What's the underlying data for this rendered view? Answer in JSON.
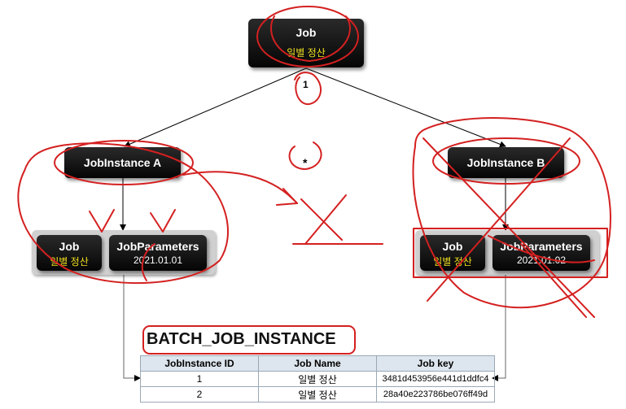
{
  "job_top": {
    "title": "Job",
    "subtitle": "일별 정산"
  },
  "multiplicity": {
    "one": "1",
    "many": "*"
  },
  "instance_a": {
    "title": "JobInstance A",
    "job": {
      "title": "Job",
      "subtitle": "일별 정산"
    },
    "params": {
      "title": "JobParameters",
      "value": "2021.01.01"
    }
  },
  "instance_b": {
    "title": "JobInstance B",
    "job": {
      "title": "Job",
      "subtitle": "일별 정산"
    },
    "params": {
      "title": "JobParameters",
      "value": "2021.01.02"
    }
  },
  "table": {
    "title": "BATCH_JOB_INSTANCE",
    "headers": [
      "JobInstance ID",
      "Job Name",
      "Job key"
    ],
    "rows": [
      [
        "1",
        "일별 정산",
        "3481d453956e441d1ddfc4"
      ],
      [
        "2",
        "일별 정산",
        "28a40e223786be076ff49d"
      ]
    ]
  },
  "colors": {
    "annotation": "#d42020",
    "box": "#111111",
    "subtitle": "#f0e020"
  }
}
